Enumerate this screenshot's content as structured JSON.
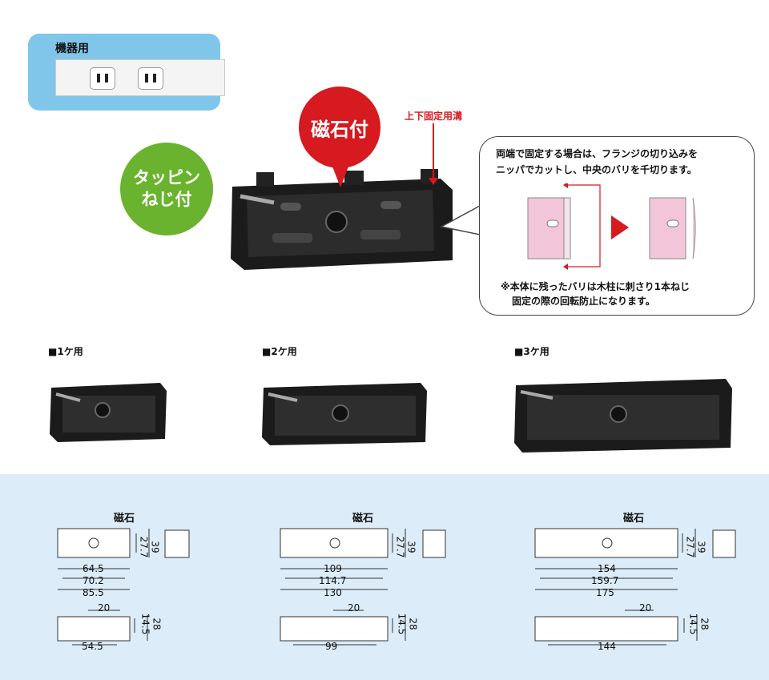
{
  "device_card": {
    "title": "機器用"
  },
  "balloons": {
    "magnet": "磁石付",
    "screw_line1": "タッピン",
    "screw_line2": "ねじ付"
  },
  "groove_label": "上下固定用溝",
  "callout": {
    "line1": "両端で固定する場合は、フランジの切り込みを",
    "line2": "ニッパでカットし、中央のバリを千切ります。",
    "note1": "※本体に残ったバリは木柱に刺さり1本ねじ",
    "note2": "固定の際の回転防止になります。"
  },
  "sections": [
    {
      "label": "■1ケ用"
    },
    {
      "label": "■2ケ用"
    },
    {
      "label": "■3ケ用"
    }
  ],
  "drawings": [
    {
      "magnet_label": "磁石",
      "d_inner": "64.5",
      "d_mid": "70.2",
      "d_outer": "85.5",
      "h_inner": "27.7",
      "h_outer": "39",
      "top_gap": "20",
      "bottom_span": "54.5",
      "side_a": "14.5",
      "side_b": "28"
    },
    {
      "magnet_label": "磁石",
      "d_inner": "109",
      "d_mid": "114.7",
      "d_outer": "130",
      "h_inner": "27.7",
      "h_outer": "39",
      "top_gap": "20",
      "bottom_span": "99",
      "side_a": "14.5",
      "side_b": "28"
    },
    {
      "magnet_label": "磁石",
      "d_inner": "154",
      "d_mid": "159.7",
      "d_outer": "175",
      "h_inner": "27.7",
      "h_outer": "39",
      "top_gap": "20",
      "bottom_span": "144",
      "side_a": "14.5",
      "side_b": "28"
    }
  ],
  "colors": {
    "card_blue": "#7fc6ea",
    "magnet_red": "#d71920",
    "screw_green": "#6ab32e",
    "drawing_bg": "#dcecf8",
    "flange_pink": "#f2c6d8"
  }
}
